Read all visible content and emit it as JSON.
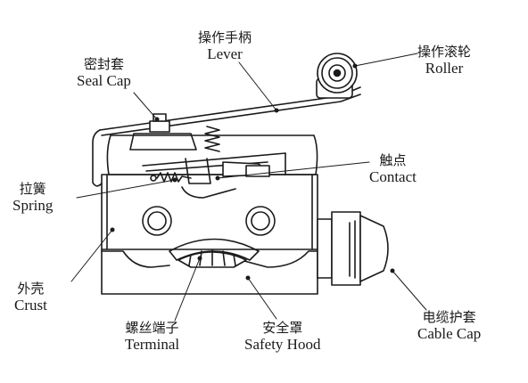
{
  "labels": {
    "lever": {
      "zh": "操作手柄",
      "en": "Lever"
    },
    "roller": {
      "zh": "操作滚轮",
      "en": "Roller"
    },
    "seal_cap": {
      "zh": "密封套",
      "en": "Seal Cap"
    },
    "contact": {
      "zh": "触点",
      "en": "Contact"
    },
    "spring": {
      "zh": "拉簧",
      "en": "Spring"
    },
    "crust": {
      "zh": "外壳",
      "en": "Crust"
    },
    "terminal": {
      "zh": "螺丝端子",
      "en": "Terminal"
    },
    "safety_hood": {
      "zh": "安全罩",
      "en": "Safety Hood"
    },
    "cable_cap": {
      "zh": "电缆护套",
      "en": "Cable Cap"
    }
  },
  "colors": {
    "line": "#1a1a1a",
    "shade": "#e6e6e6",
    "background": "#ffffff"
  }
}
